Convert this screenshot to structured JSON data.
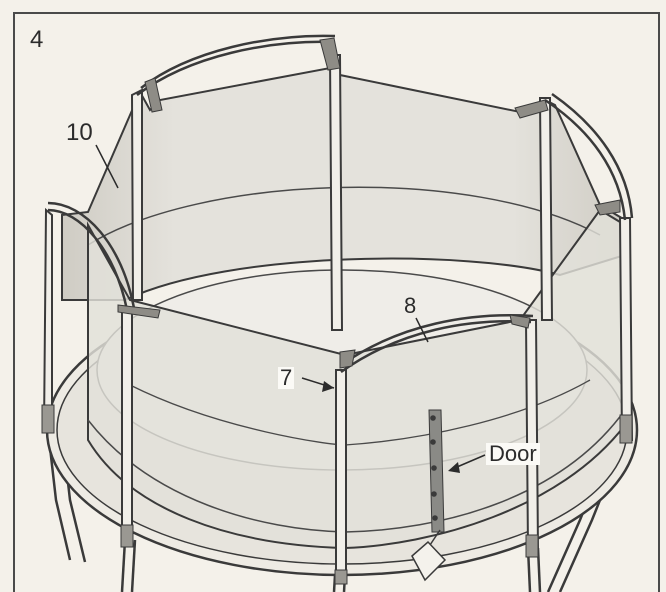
{
  "diagram": {
    "step_number": "4",
    "callouts": {
      "net": "10",
      "top_rail": "8",
      "pole": "7",
      "door": "Door"
    },
    "colors": {
      "background": "#f4f1ea",
      "line": "#3a3a3a",
      "net_fill": "#dcdad3",
      "mat": "#ebe9e3",
      "door_strip": "#8a8a86"
    }
  }
}
